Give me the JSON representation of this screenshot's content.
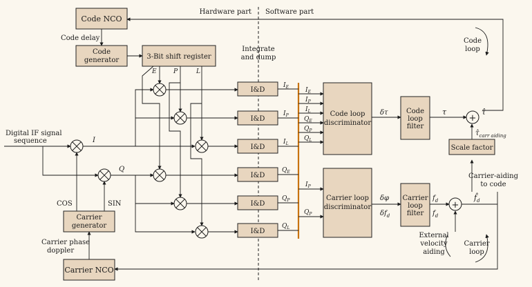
{
  "header": {
    "hardware_label": "Hardware part",
    "software_label": "Software part"
  },
  "blocks": {
    "code_nco": "Code NCO",
    "code_gen_1": "Code",
    "code_gen_2": "generator",
    "shift_register": "3-Bit shift register",
    "code_disc_1": "Code loop",
    "code_disc_2": "discriminator",
    "code_filter_1": "Code",
    "code_filter_2": "loop",
    "code_filter_3": "filter",
    "scale_factor": "Scale factor",
    "carrier_disc_1": "Carrier loop",
    "carrier_disc_2": "discriminator",
    "carrier_filter_1": "Carrier",
    "carrier_filter_2": "loop",
    "carrier_filter_3": "filter",
    "carrier_gen_1": "Carrier",
    "carrier_gen_2": "generator",
    "carrier_nco": "Carrier NCO",
    "ind": "I&D"
  },
  "labels": {
    "code_delay": "Code delay",
    "integrate_1": "Integrate",
    "integrate_2": "and dump",
    "input_1": "Digital IF signal",
    "input_2": "sequence",
    "i_branch": "I",
    "q_branch": "Q",
    "cos": "COS",
    "sin": "SIN",
    "phase_1": "Carrier phase",
    "phase_2": "doppler",
    "code_loop_1": "Code",
    "code_loop_2": "loop",
    "carrier_loop_1": "Carrier",
    "carrier_loop_2": "loop",
    "aiding_1": "Carrier-aiding",
    "aiding_2": "to code",
    "ext_1": "External",
    "ext_2": "velocity",
    "ext_3": "aiding",
    "e": "E",
    "p": "P",
    "l": "L",
    "tau_hat": "τ̂",
    "tau": "τ",
    "delta_tau": "δτ",
    "delta_phi": "δφ",
    "delta_fd": "δf",
    "fd": "f",
    "fd_hat": "f̂",
    "carr_aiding": "τ̂",
    "carr_aiding_sub": "carr aiding",
    "d_sub": "d",
    "plus": "+"
  },
  "outputs": {
    "ind": [
      "I",
      "I",
      "I",
      "Q",
      "Q",
      "Q"
    ],
    "subs": [
      "E",
      "P",
      "L",
      "E",
      "P",
      "L"
    ]
  },
  "disc_inputs": {
    "code": [
      "I",
      "I",
      "I",
      "Q",
      "Q",
      "Q"
    ],
    "code_subs": [
      "E",
      "P",
      "L",
      "E",
      "P",
      "L"
    ],
    "carrier": [
      "I",
      "Q"
    ],
    "carrier_subs": [
      "P",
      "P"
    ]
  }
}
